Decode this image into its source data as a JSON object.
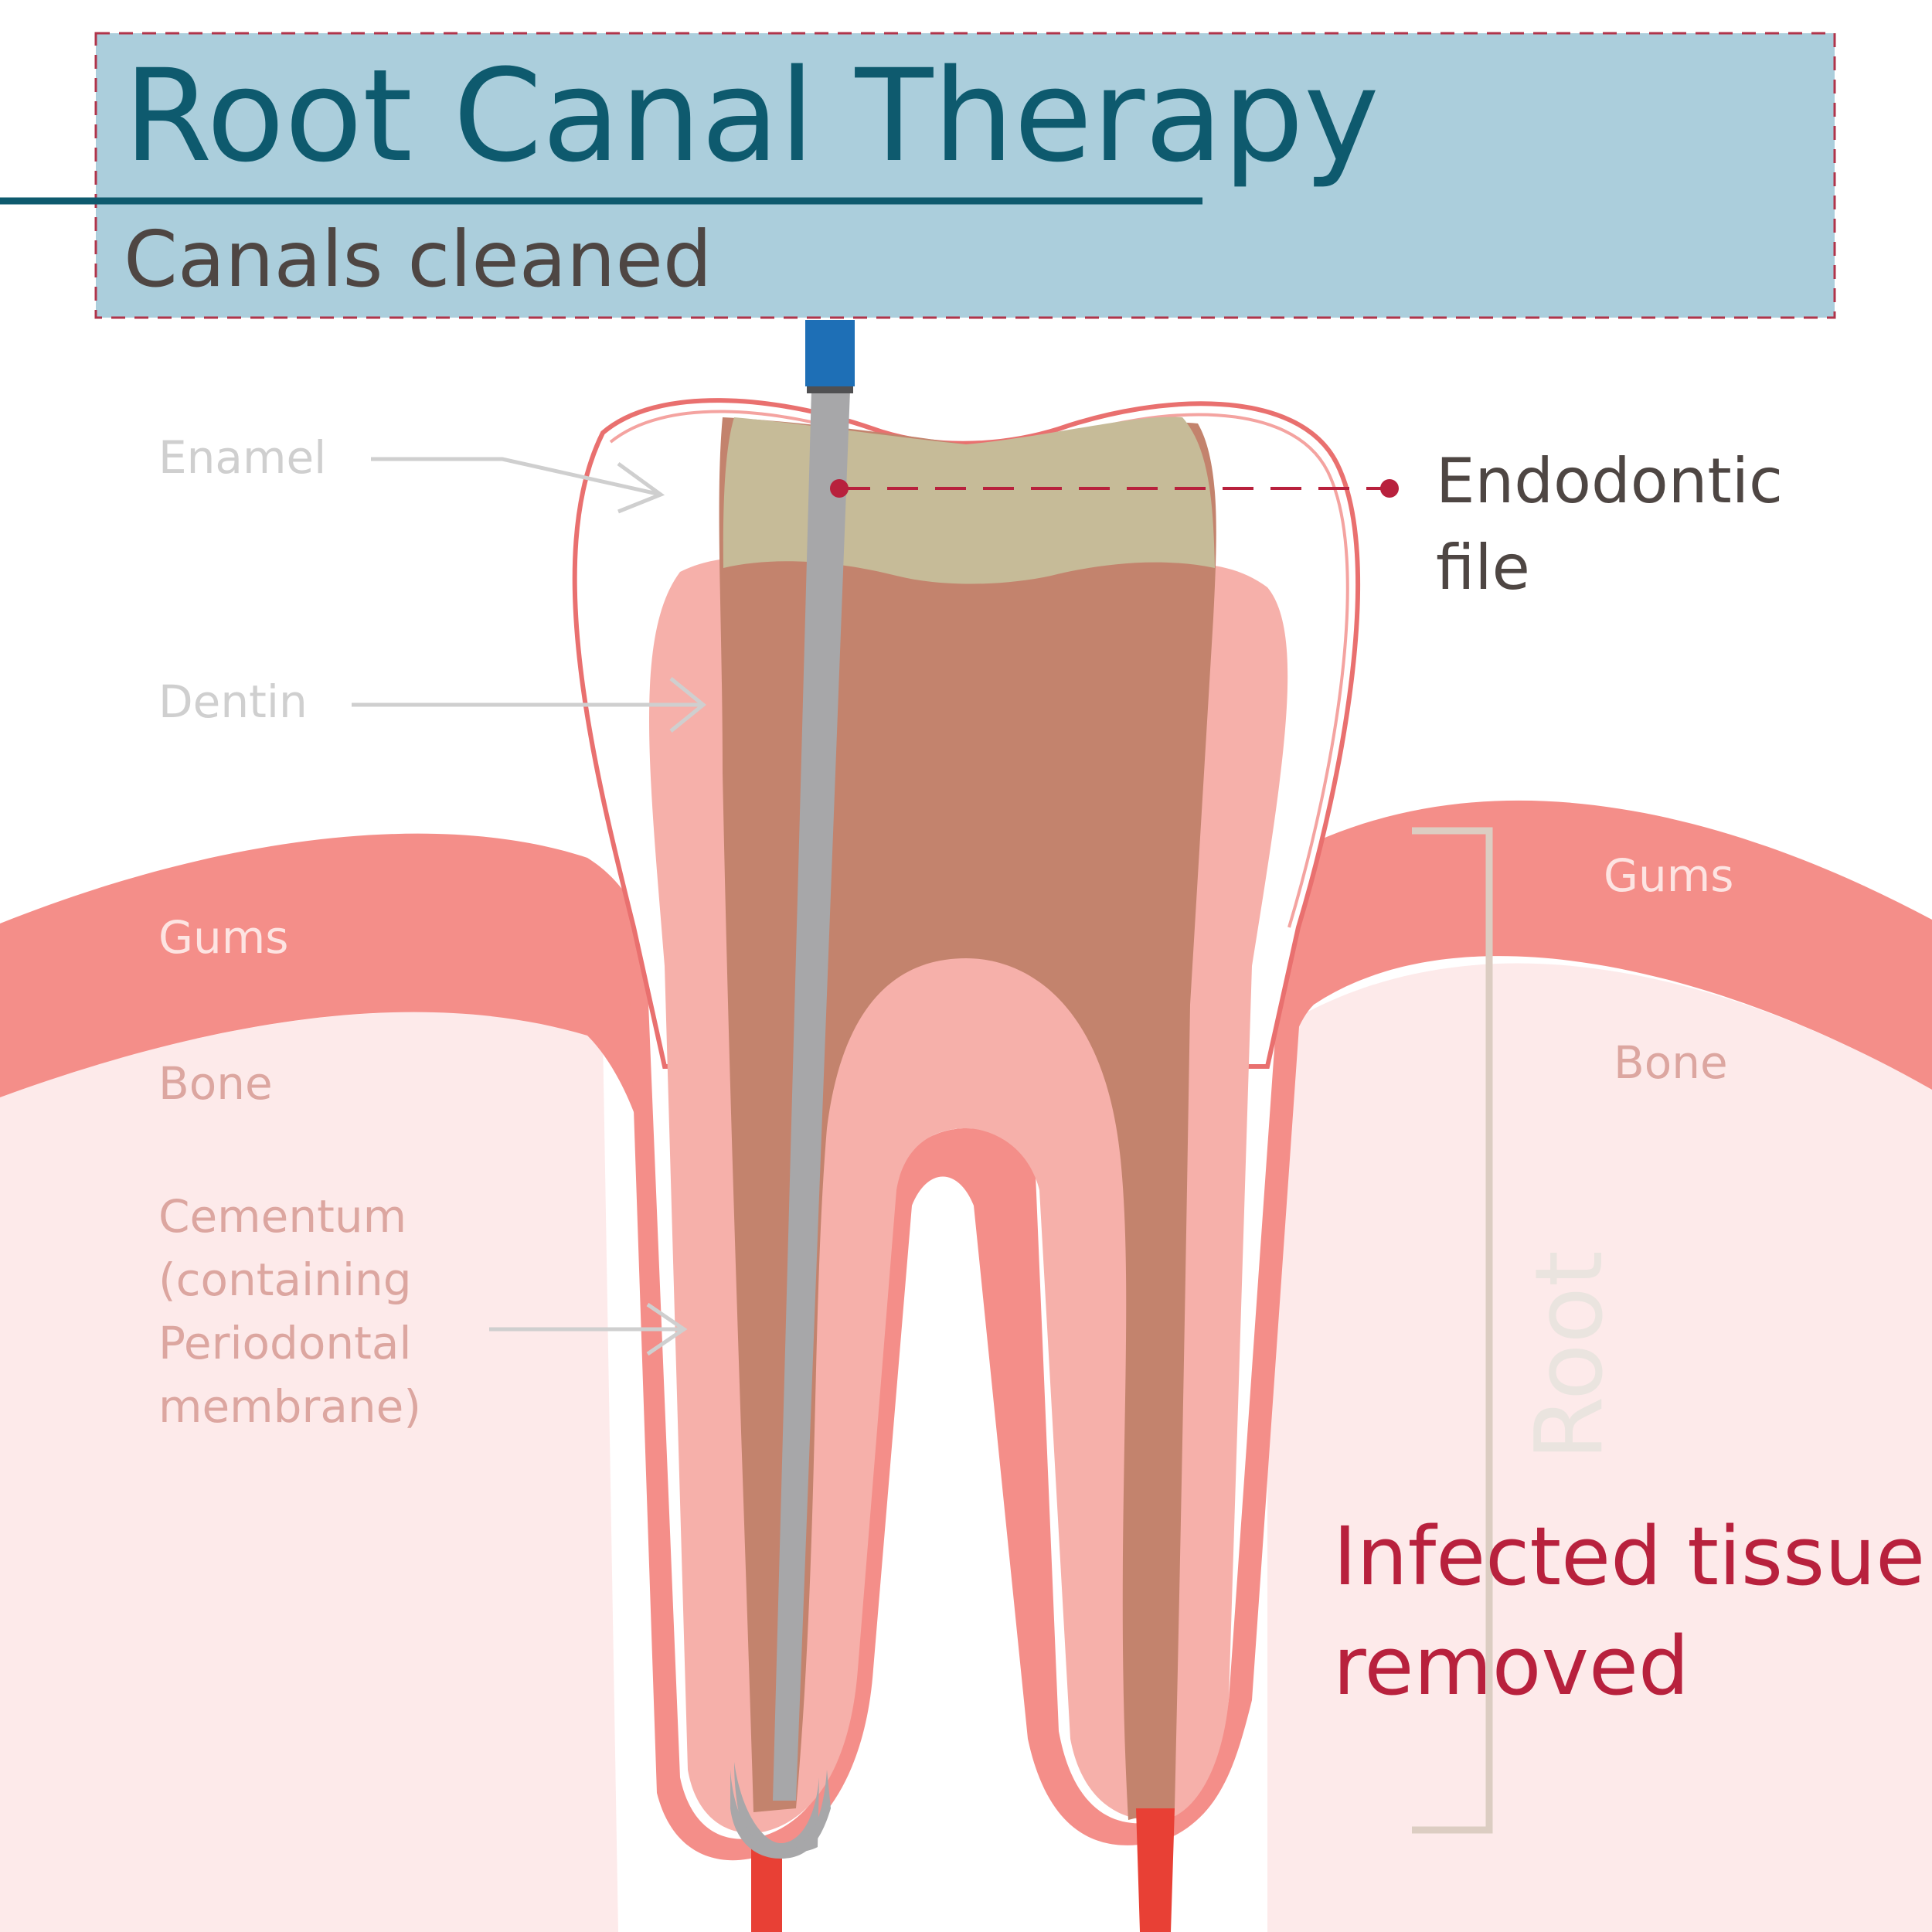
{
  "header": {
    "title": "Root Canal Therapy",
    "subtitle": "Canals cleaned"
  },
  "labels": {
    "enamel": "Enamel",
    "dentin": "Dentin",
    "gums_left": "Gums",
    "bone_left": "Bone",
    "cementum_lines": [
      "Cementum",
      "(containing",
      "Periodontal",
      "membrane)"
    ],
    "gums_right": "Gums",
    "bone_right": "Bone",
    "root": "Root",
    "endodontic_lines": [
      "Endodontic",
      "file"
    ],
    "infected_lines": [
      "Infected tissue",
      "removed"
    ]
  },
  "colors": {
    "header_bg": "#abcedc",
    "header_border": "#b0344a",
    "title": "#0e5a6e",
    "subtitle": "#4e4643",
    "gum": "#f48e89",
    "bone": "#fdeaea",
    "dentin": "#f6b0aa",
    "pulp": "#c3836d",
    "crown_pulp": "#c6bb98",
    "file_shaft": "#a7a7a9",
    "file_handle": "#1e6fb6",
    "nerve": "#e84035",
    "accent_red": "#b8213d",
    "root_bracket": "#dccdc2"
  }
}
